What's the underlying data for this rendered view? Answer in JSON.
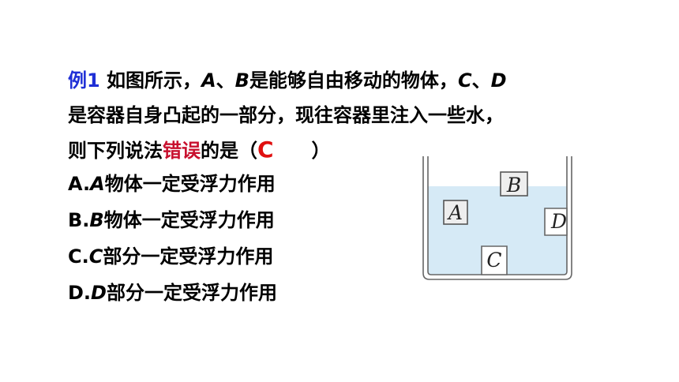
{
  "question": {
    "label": "例1",
    "line1_pre": " 如图所示，",
    "var_a": "A",
    "sep1": "、",
    "var_b": "B",
    "line1_mid": "是能够自由移动的物体，",
    "var_c": "C",
    "sep2": "、",
    "var_d": "D",
    "line2": "是容器自身凸起的一部分，现往容器里注入一些水，",
    "line3_pre": "则下列说法",
    "line3_emph": "错误",
    "line3_post": "的是（",
    "answer": "C",
    "line3_close": "　　）"
  },
  "options": [
    {
      "prefix": "A.",
      "var": "A",
      "text": "物体一定受浮力作用"
    },
    {
      "prefix": "B.",
      "var": "B",
      "text": "物体一定受浮力作用"
    },
    {
      "prefix": "C.",
      "var": "C",
      "text": "部分一定受浮力作用"
    },
    {
      "prefix": "D.",
      "var": "D",
      "text": "部分一定受浮力作用"
    }
  ],
  "figure": {
    "label_a": "A",
    "label_b": "B",
    "label_c": "C",
    "label_d": "D",
    "water_color": "#d6eaf6",
    "wall_color": "#666666"
  }
}
